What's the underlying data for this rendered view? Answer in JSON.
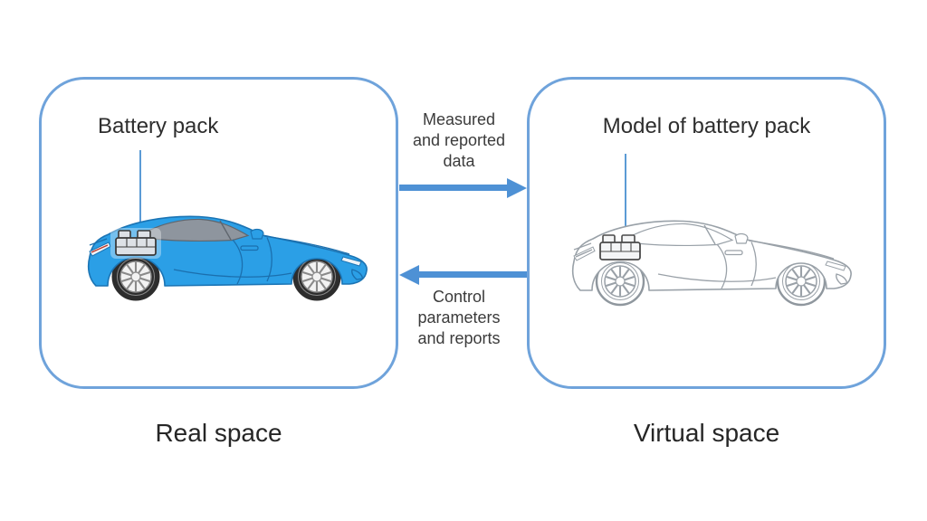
{
  "diagram": {
    "left_panel": {
      "annotation": "Battery pack",
      "caption": "Real space"
    },
    "right_panel": {
      "annotation": "Model of battery pack",
      "caption": "Virtual space"
    },
    "flows": {
      "top_arrow_label": "Measured\nand reported\ndata",
      "top_arrow_direction": "left-to-right",
      "bottom_arrow_label": "Control\nparameters\nand reports",
      "bottom_arrow_direction": "right-to-left"
    },
    "colors": {
      "panel_border": "#6fa3db",
      "arrow": "#4e91d5",
      "leader_line": "#5b9bd5",
      "real_car_body": "#2b9fe6",
      "real_car_glass": "#8e959e",
      "virtual_car_outline": "#99a1a8",
      "text": "#2e2e2e"
    }
  }
}
